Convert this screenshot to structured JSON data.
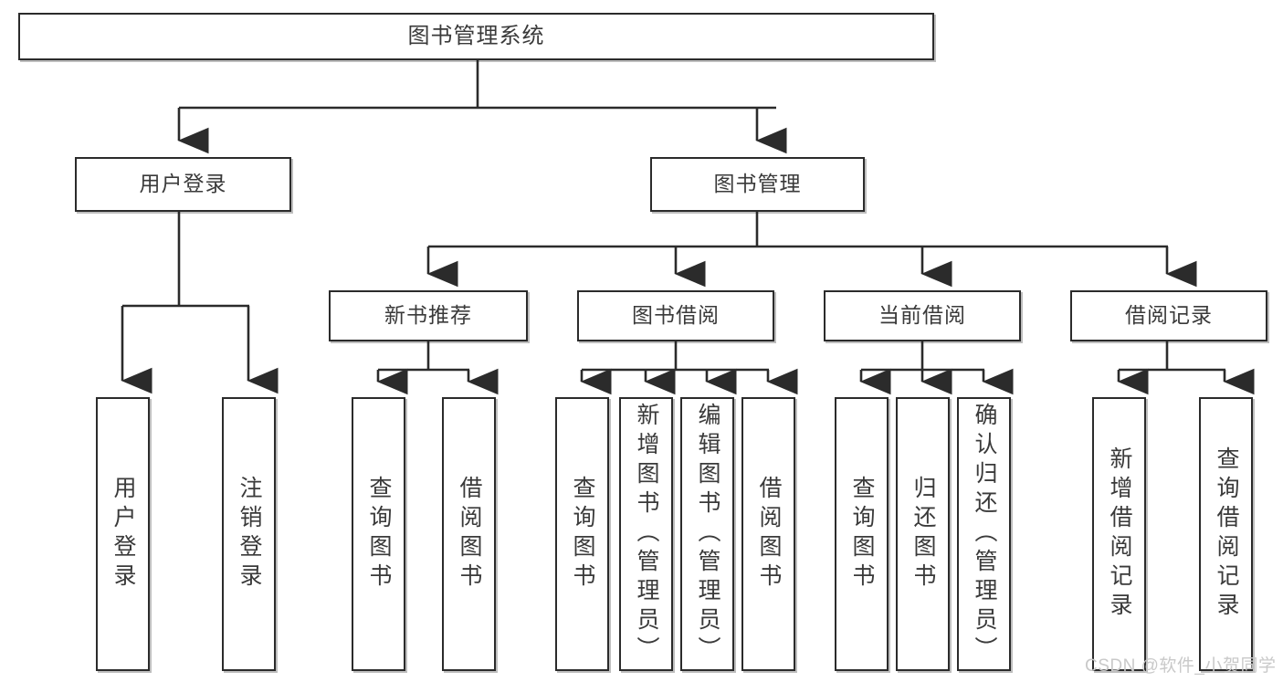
{
  "diagram": {
    "title": "图书管理系统",
    "watermark": "CSDN @软件_小贺同学",
    "colors": {
      "box_border": "#2b2b2b",
      "box_fill": "#ffffff",
      "text": "#3a3a3a",
      "edge": "#2b2b2b",
      "watermark": "#c9c9c9",
      "background": "#ffffff"
    },
    "levels": {
      "level1": [
        {
          "label": "图书管理系统"
        }
      ],
      "level2": [
        {
          "label": "用户登录"
        },
        {
          "label": "图书管理"
        }
      ],
      "level3": [
        {
          "label": "新书推荐"
        },
        {
          "label": "图书借阅"
        },
        {
          "label": "当前借阅"
        },
        {
          "label": "借阅记录"
        }
      ],
      "leaves": {
        "user_login": [
          {
            "label": "用户登录"
          },
          {
            "label": "注销登录"
          }
        ],
        "new_book_recommend": [
          {
            "label": "查询图书"
          },
          {
            "label": "借阅图书"
          }
        ],
        "book_borrow": [
          {
            "label": "查询图书"
          },
          {
            "label": "新增图书（管理员）"
          },
          {
            "label": "编辑图书（管理员）"
          },
          {
            "label": "借阅图书"
          }
        ],
        "current_borrow": [
          {
            "label": "查询图书"
          },
          {
            "label": "归还图书"
          },
          {
            "label": "确认归还（管理员）"
          }
        ],
        "borrow_record": [
          {
            "label": "新增借阅记录"
          },
          {
            "label": "查询借阅记录"
          }
        ]
      }
    }
  }
}
